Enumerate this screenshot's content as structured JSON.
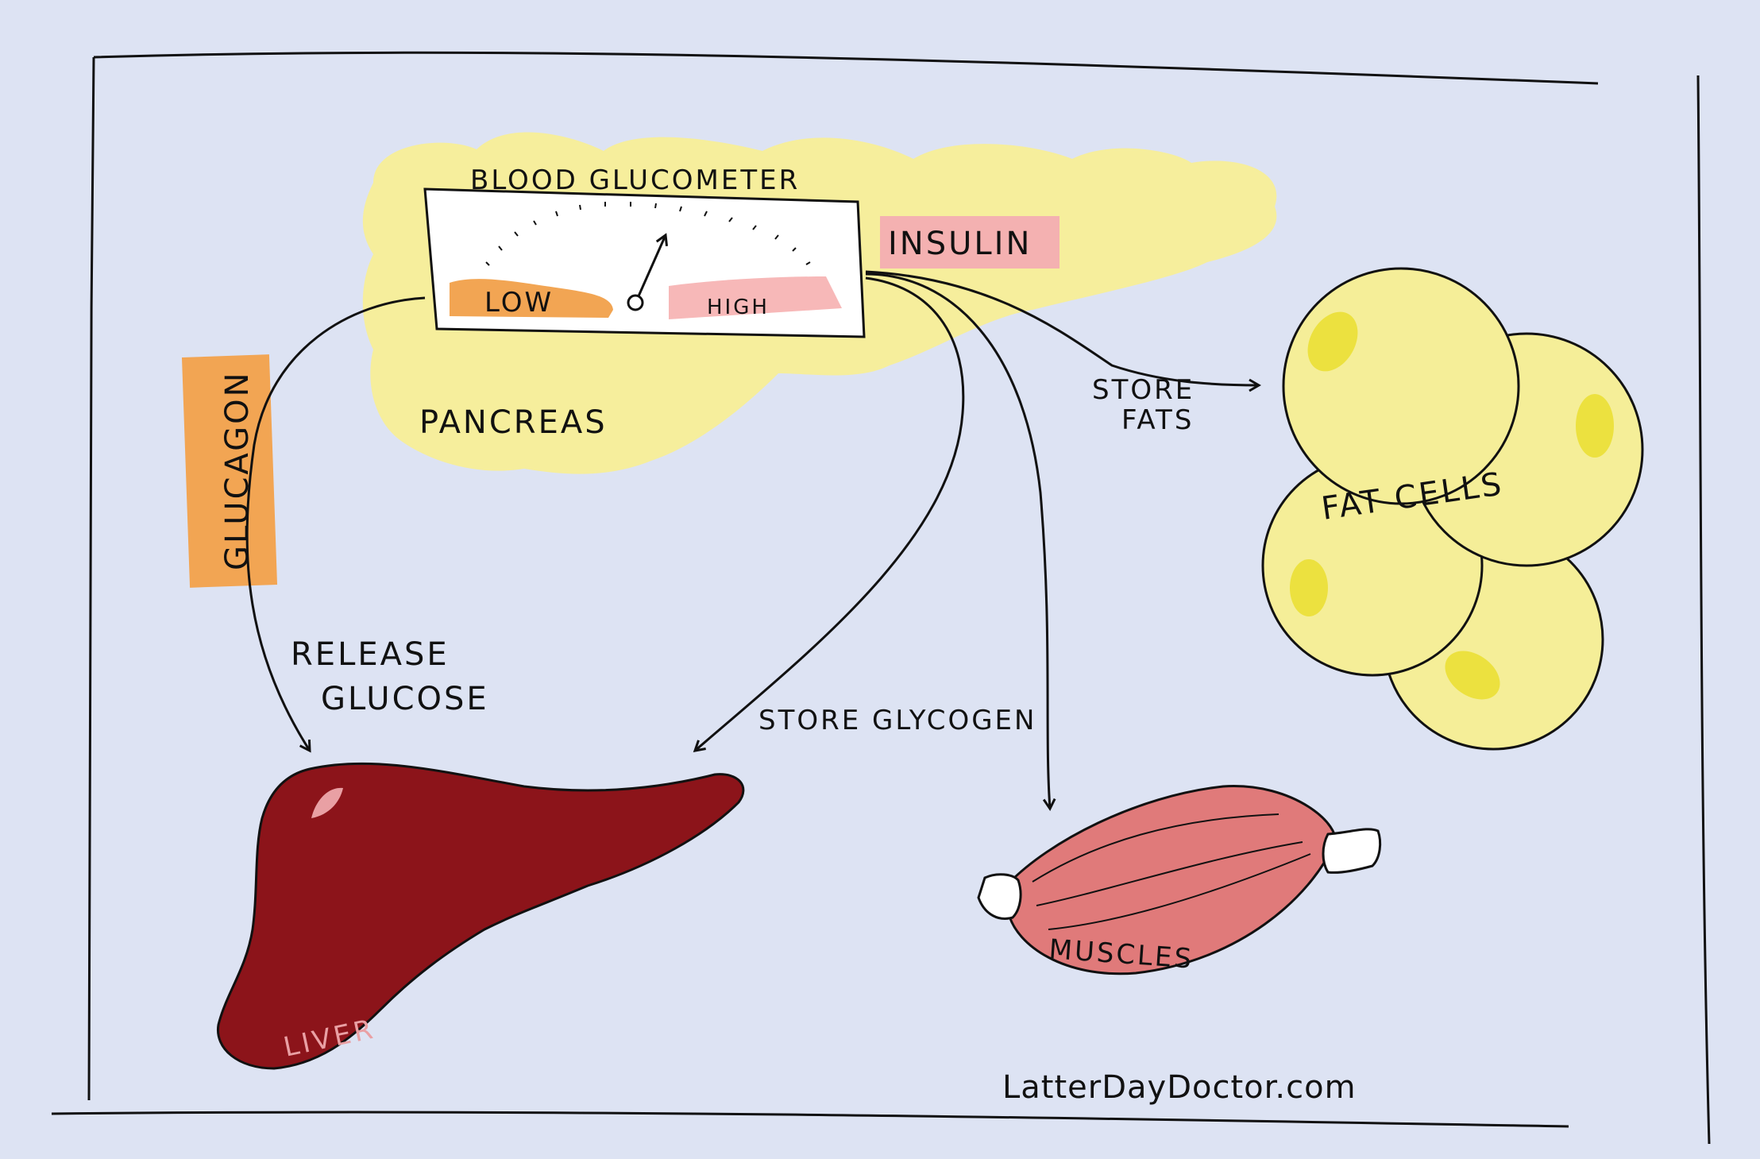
{
  "diagram": {
    "gauge": {
      "title": "BLOOD GLUCOMETER",
      "low": "LOW",
      "high": "HIGH"
    },
    "pancreas": "PANCREAS",
    "insulin": "INSULIN",
    "glucagon": "GLUCAGON",
    "release_glucose": [
      "RELEASE",
      "GLUCOSE"
    ],
    "store_fats": [
      "STORE",
      "FATS"
    ],
    "store_glycogen": "STORE GLYCOGEN",
    "fat_cells": "FAT CELLS",
    "liver": "LIVER",
    "muscles": "MUSCLES",
    "credit": "LatterDayDoctor.com"
  },
  "colors": {
    "background": "#dde3f3",
    "pancreas": "#f6ee9c",
    "fat_cells": "#f5ee98",
    "fat_nucleus": "#ece13f",
    "liver": "#8c141a",
    "muscle": "#e07a7a",
    "glucagon": "#f2a553",
    "insulin": "#f4b1b1",
    "low_zone": "#f2a553",
    "high_zone": "#f7b8b8"
  }
}
